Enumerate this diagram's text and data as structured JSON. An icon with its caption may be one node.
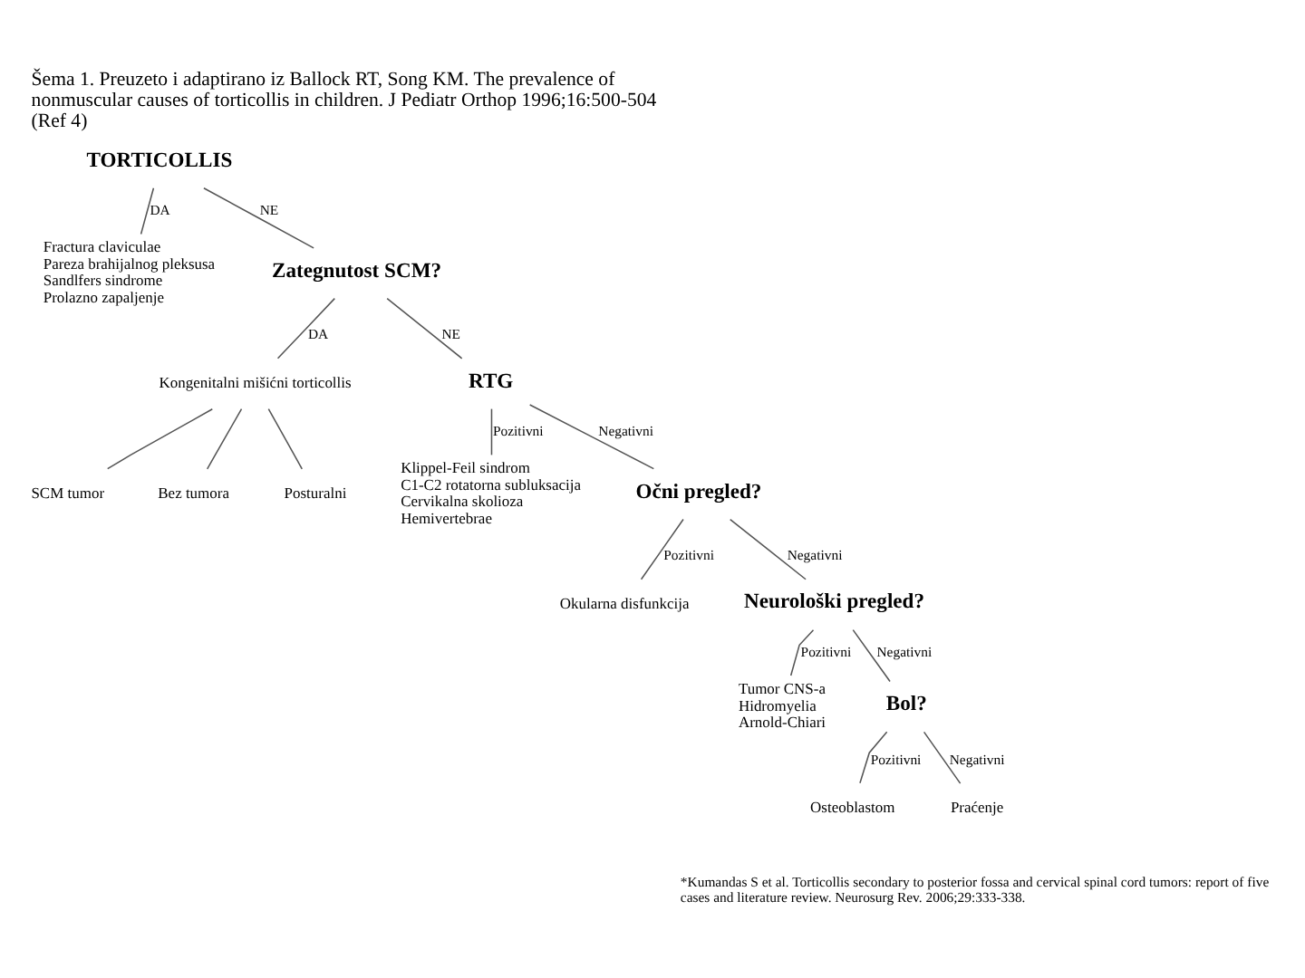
{
  "diagram": {
    "title": "Šema 1. Preuzeto i adaptirano iz Ballock RT, Song KM. The prevalence of nonmuscular causes of torticollis in children. J Pediatr Orthop 1996;16:500-504 (Ref 4)",
    "caption": "*Kumandas S et al. Torticollis secondary to posterior fossa and cervical spinal cord tumors: report of five cases and literature review. Neurosurg Rev. 2006;29:333-338.",
    "nodes": [
      {
        "text": [
          "TORTICOLLIS"
        ]
      },
      {
        "text": [
          "Fractura claviculae",
          "Pareza brahijalnog pleksusa",
          "Sandlfers sindrome",
          "Prolazno zapaljenje"
        ]
      },
      {
        "text": [
          "Zategnutost SCM?"
        ]
      },
      {
        "text": [
          "Kongenitalni mišićni torticollis"
        ]
      },
      {
        "text": [
          "SCM tumor"
        ]
      },
      {
        "text": [
          "Bez tumora"
        ]
      },
      {
        "text": [
          "Posturalni"
        ]
      },
      {
        "text": [
          "RTG"
        ]
      },
      {
        "text": [
          "Klippel-Feil sindrom",
          "C1-C2 rotatorna subluksacija",
          "Cervikalna skolioza",
          "Hemivertebrae"
        ]
      },
      {
        "text": [
          "Očni pregled?"
        ]
      },
      {
        "text": [
          "Okularna disfunkcija"
        ]
      },
      {
        "text": [
          "Neurološki pregled?"
        ]
      },
      {
        "text": [
          "Tumor CNS-a",
          "Hidromyelia",
          "Arnold-Chiari"
        ]
      },
      {
        "text": [
          "Bol?"
        ]
      },
      {
        "text": [
          "Osteoblastom"
        ]
      },
      {
        "text": [
          "Praćenje"
        ]
      }
    ],
    "edges": [
      {
        "from": 0,
        "to": 1,
        "arrow": "none",
        "label": "DA"
      },
      {
        "from": 0,
        "to": 2,
        "arrow": "none",
        "label": "NE"
      },
      {
        "from": 2,
        "to": 3,
        "arrow": "none",
        "label": "DA"
      },
      {
        "from": 2,
        "to": 7,
        "arrow": "none",
        "label": "NE"
      },
      {
        "from": 3,
        "to": 4,
        "arrow": "none"
      },
      {
        "from": 3,
        "to": 5,
        "arrow": "none"
      },
      {
        "from": 3,
        "to": 6,
        "arrow": "none"
      },
      {
        "from": 7,
        "to": 8,
        "arrow": "none",
        "label": "Pozitivni"
      },
      {
        "from": 7,
        "to": 9,
        "arrow": "none",
        "label": "Negativni"
      },
      {
        "from": 9,
        "to": 10,
        "arrow": "none",
        "label": "Pozitivni"
      },
      {
        "from": 9,
        "to": 11,
        "arrow": "none",
        "label": "Negativni"
      },
      {
        "from": 11,
        "to": 12,
        "arrow": "none",
        "label": "Pozitivni"
      },
      {
        "from": 11,
        "to": 13,
        "arrow": "none",
        "label": "Negativni"
      },
      {
        "from": 13,
        "to": 14,
        "arrow": "none",
        "label": "Pozitivni"
      },
      {
        "from": 13,
        "to": 15,
        "arrow": "none",
        "label": "Negativni"
      }
    ]
  }
}
